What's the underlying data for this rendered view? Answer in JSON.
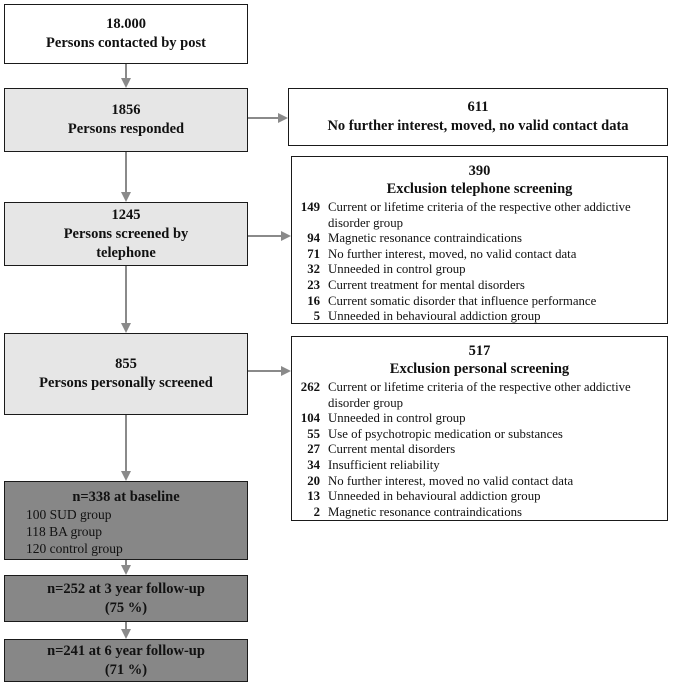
{
  "flow": {
    "contacted": {
      "count": "18.000",
      "label": "Persons contacted by post"
    },
    "responded": {
      "count": "1856",
      "label": "Persons responded"
    },
    "telephone": {
      "count": "1245",
      "label_line1": "Persons screened by",
      "label_line2": "telephone"
    },
    "personal": {
      "count": "855",
      "label": "Persons personally screened"
    },
    "baseline": {
      "title": "n=338 at baseline",
      "groups": [
        "100 SUD group",
        "118 BA group",
        "120 control group"
      ]
    },
    "followup3": {
      "line1": "n=252 at 3 year follow-up",
      "line2": "(75 %)"
    },
    "followup6": {
      "line1": "n=241 at 6 year follow-up",
      "line2": "(71 %)"
    }
  },
  "exclusions": {
    "no_interest": {
      "count": "611",
      "label": "No further interest, moved, no valid contact data"
    },
    "telephone": {
      "count": "390",
      "title": "Exclusion telephone screening",
      "items": [
        {
          "n": "149",
          "text": "Current or lifetime criteria of the respective other addictive disorder group"
        },
        {
          "n": "94",
          "text": "Magnetic resonance contraindications"
        },
        {
          "n": "71",
          "text": "No further interest, moved, no valid contact data"
        },
        {
          "n": "32",
          "text": "Unneeded in control group"
        },
        {
          "n": "23",
          "text": "Current treatment for mental disorders"
        },
        {
          "n": "16",
          "text": "Current somatic disorder that influence performance"
        },
        {
          "n": "5",
          "text": "Unneeded in behavioural addiction group"
        }
      ]
    },
    "personal": {
      "count": "517",
      "title": "Exclusion personal screening",
      "items": [
        {
          "n": "262",
          "text": "Current or lifetime criteria of the respective other addictive disorder group"
        },
        {
          "n": "104",
          "text": "Unneeded in control group"
        },
        {
          "n": "55",
          "text": "Use of psychotropic medication or substances"
        },
        {
          "n": "27",
          "text": "Current mental disorders"
        },
        {
          "n": "34",
          "text": "Insufficient reliability"
        },
        {
          "n": "20",
          "text": "No further interest, moved no valid contact data"
        },
        {
          "n": "13",
          "text": "Unneeded in behavioural addiction group"
        },
        {
          "n": "2",
          "text": "Magnetic resonance contraindications"
        }
      ]
    }
  }
}
